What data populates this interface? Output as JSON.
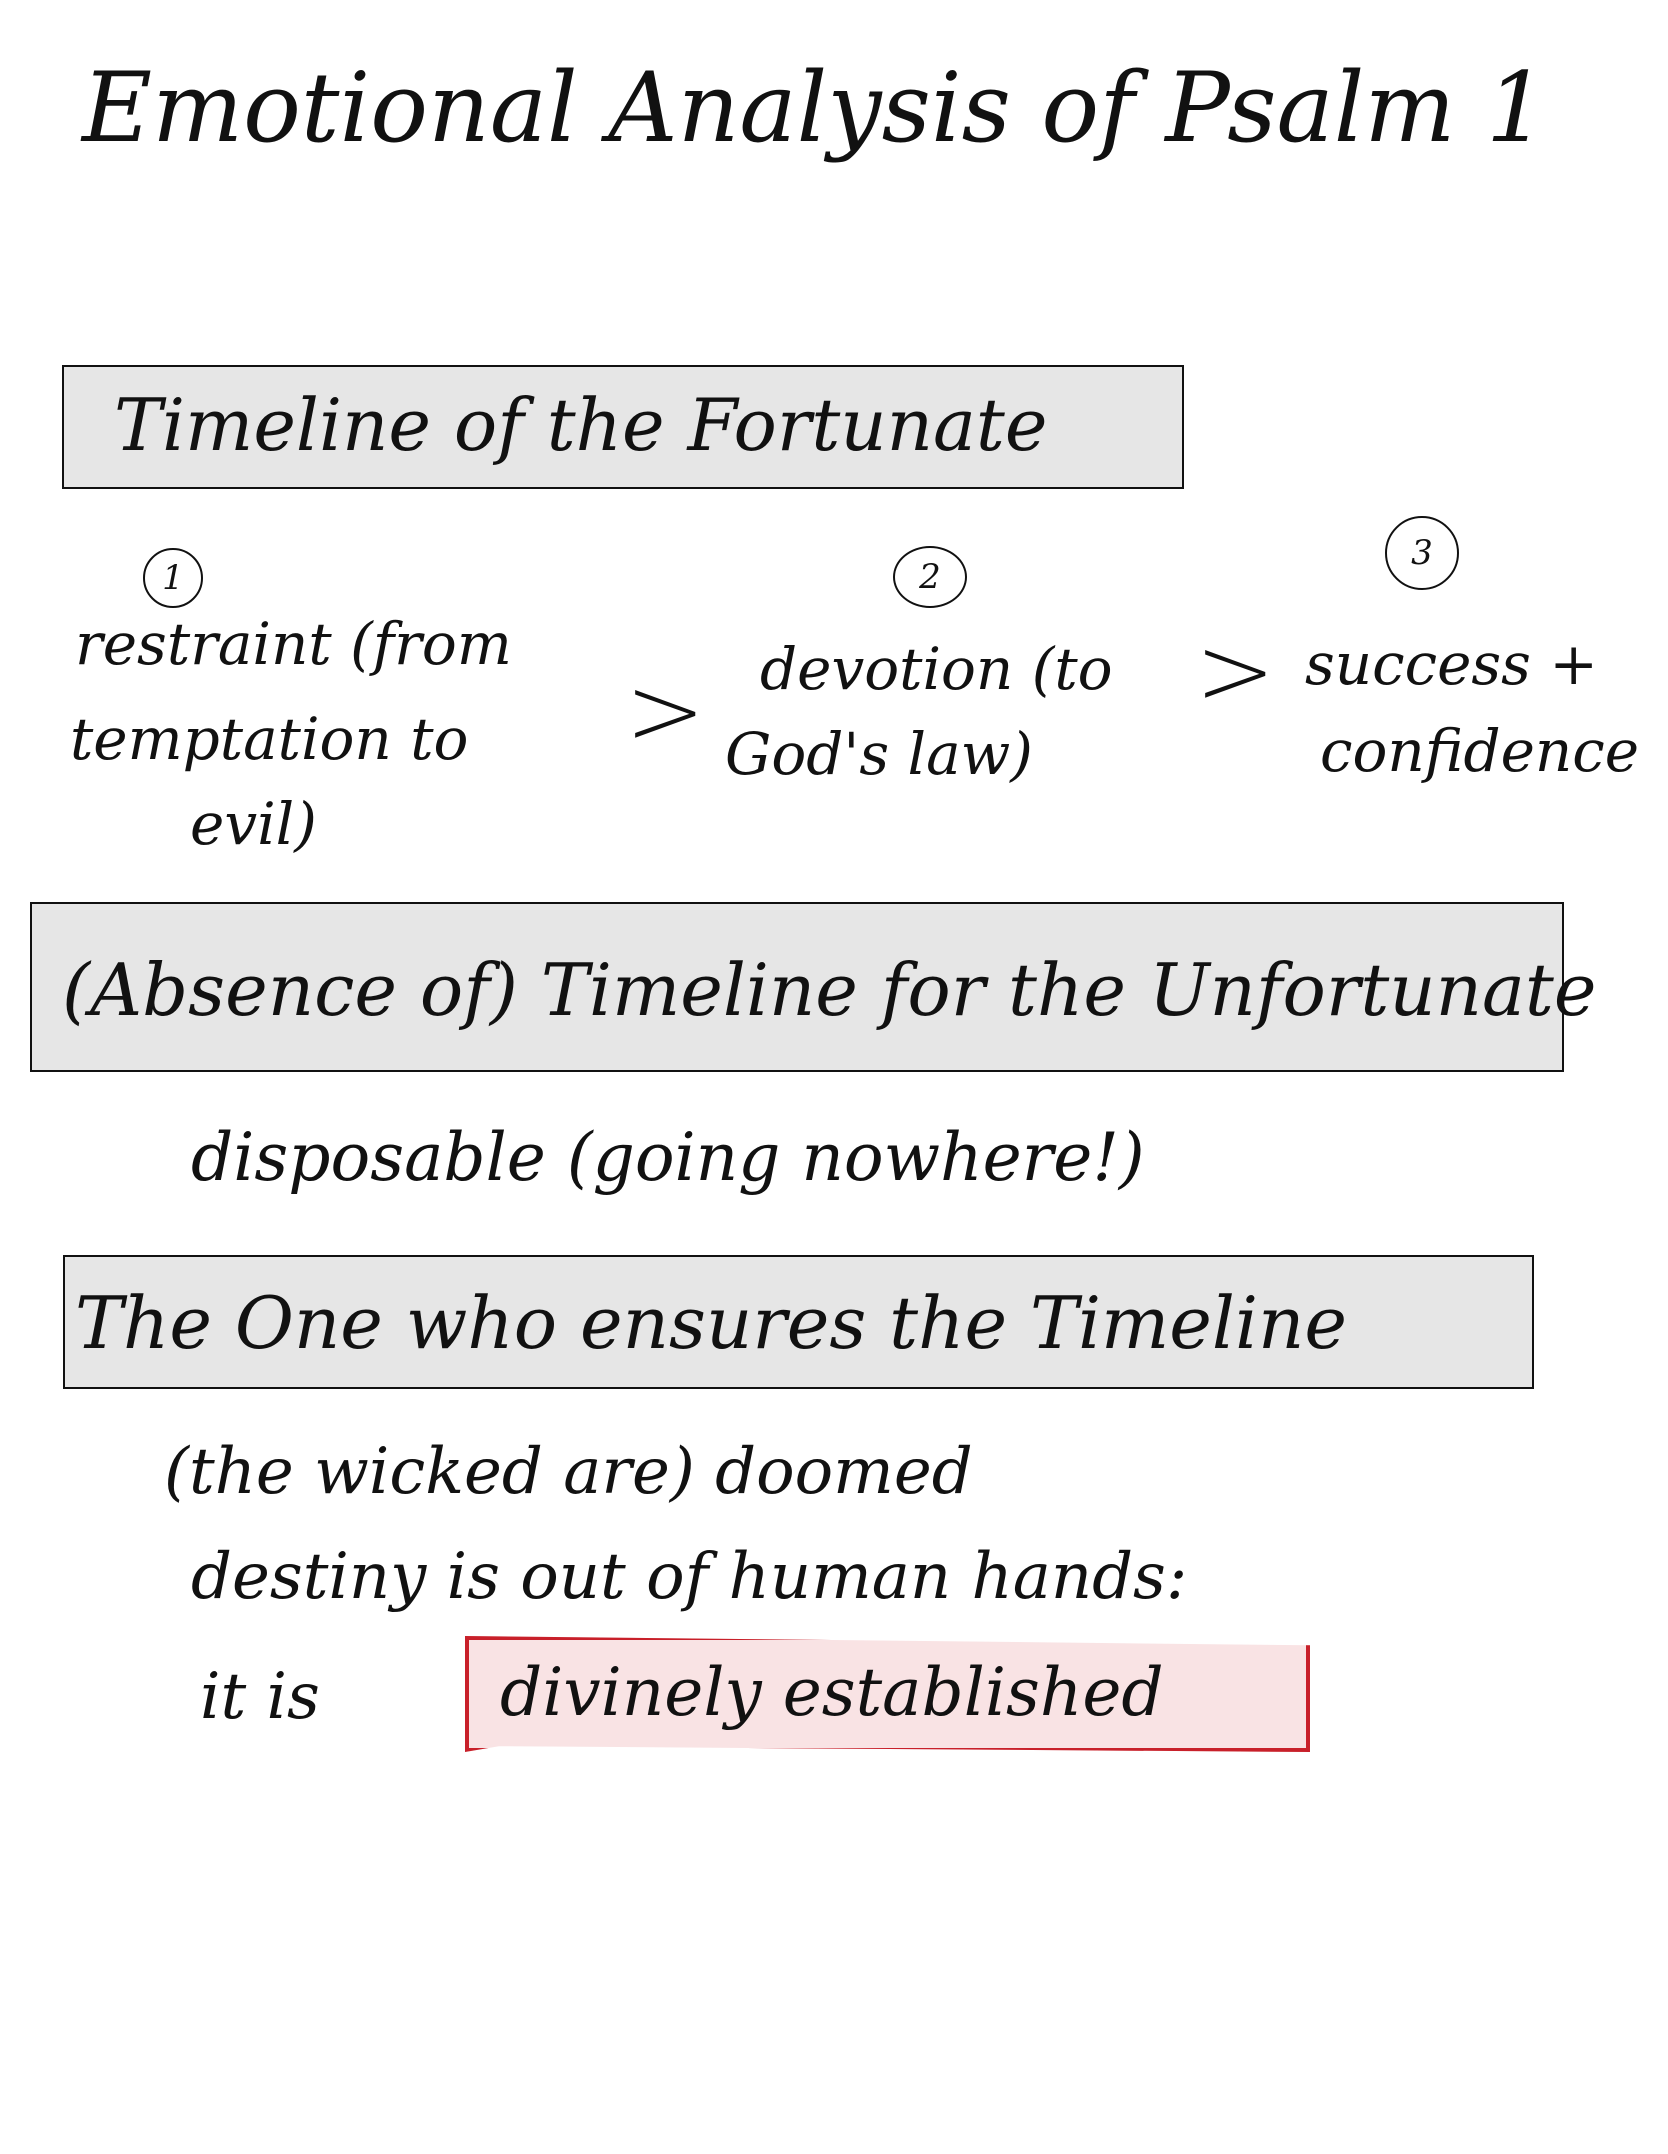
{
  "title": "Emotional Analysis of Psalm 1",
  "section1": {
    "heading": "Timeline of the Fortunate",
    "steps": [
      {
        "number": "1",
        "lines": [
          "restraint (from",
          "temptation to",
          "evil)"
        ]
      },
      {
        "number": "2",
        "lines": [
          "devotion (to",
          "God's law)"
        ]
      },
      {
        "number": "3",
        "lines": [
          "success +",
          "confidence"
        ]
      }
    ],
    "arrow": ">"
  },
  "section2": {
    "heading": "(Absence of) Timeline for the Unfortunate",
    "note": "disposable (going nowhere!)"
  },
  "section3": {
    "heading": "The One who ensures the Timeline",
    "lines": [
      "(the wicked are) doomed",
      "destiny is out of human hands:"
    ],
    "last_prefix": "it is",
    "highlight": "divinely established"
  },
  "colors": {
    "box_fill": "#e6e6e6",
    "highlight_fill": "#f9e3e4",
    "highlight_border": "#c8202a"
  }
}
